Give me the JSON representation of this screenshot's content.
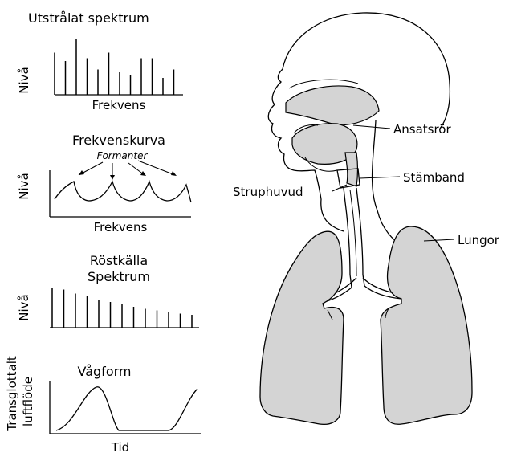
{
  "panels": {
    "radiated": {
      "title": "Utstrålat spektrum",
      "y_label": "Nivå",
      "x_label": "Frekvens",
      "line_levels": [
        0.75,
        0.6,
        1.0,
        0.65,
        0.45,
        0.75,
        0.4,
        0.35,
        0.65,
        0.65,
        0.3,
        0.45
      ]
    },
    "filter": {
      "title": "Frekvenskurva",
      "annotation": "Formanter",
      "y_label": "Nivå",
      "x_label": "Frekvens"
    },
    "source": {
      "title_line1": "Röstkälla",
      "title_line2": "Spektrum",
      "y_label": "Nivå",
      "line_levels": [
        1.0,
        0.95,
        0.85,
        0.78,
        0.7,
        0.64,
        0.58,
        0.52,
        0.47,
        0.43,
        0.38,
        0.35,
        0.32
      ]
    },
    "waveform": {
      "title": "Vågform",
      "y_label_line1": "Transglottalt",
      "y_label_line2": "luftflöde",
      "x_label": "Tid"
    }
  },
  "anatomy": {
    "labels": {
      "vocal_tract": "Ansatsrör",
      "vocal_folds": "Stämband",
      "larynx": "Struphuvud",
      "lungs": "Lungor"
    },
    "fill_color": "#d4d4d4"
  }
}
